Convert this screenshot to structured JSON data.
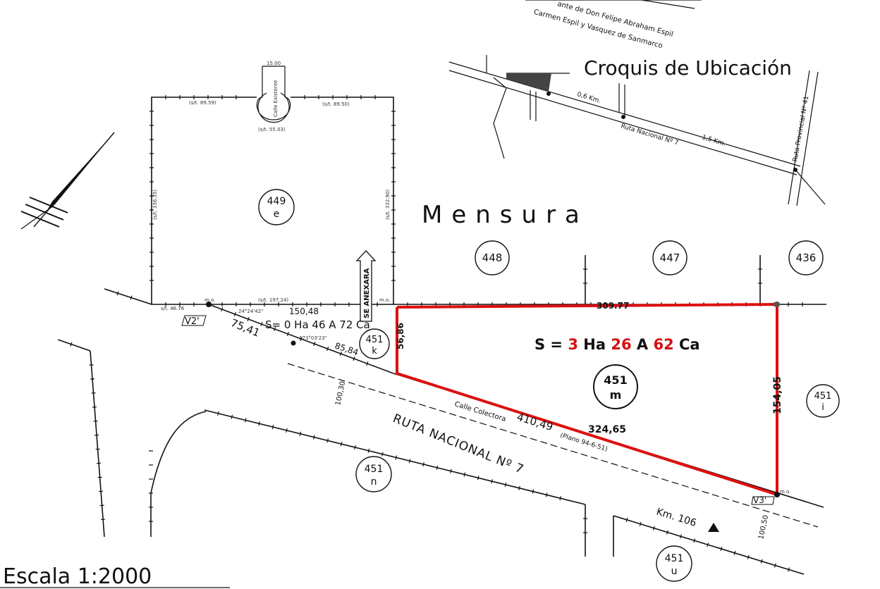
{
  "owner_note": {
    "line1": "ante de Don Felipe Abraham Espil",
    "line2": "Carmen Espil y Vasquez de Sanmarco"
  },
  "sketch_title": "Croquis de Ubicación",
  "sketch": {
    "dist1": "0,6 Km.",
    "dist2": "1,5 Km.",
    "ruta_nacional": "Ruta Nacional Nº 7",
    "ruta_provincial": "Ruta Provincial Nº 41"
  },
  "title": "Mensura",
  "lots": {
    "l449": {
      "num": "449",
      "letter": "e"
    },
    "l448": {
      "num": "448"
    },
    "l447": {
      "num": "447"
    },
    "l436": {
      "num": "436"
    },
    "l451k": {
      "num": "451",
      "letter": "k"
    },
    "l451m": {
      "num": "451",
      "letter": "m"
    },
    "l451i": {
      "num": "451",
      "letter": "i"
    },
    "l451n": {
      "num": "451",
      "letter": "n"
    },
    "l451u": {
      "num": "451",
      "letter": "u"
    }
  },
  "area_main": {
    "prefix": "S = ",
    "ha": "3",
    "ha_unit": " Ha ",
    "a": "26",
    "a_unit": " A ",
    "ca": "62",
    "ca_unit": " Ca"
  },
  "area_small": "S= 0 Ha 46 A 72 Ca",
  "dims": {
    "top": "309.77",
    "right": "154,05",
    "diag": "324,65",
    "left_small": "56,86",
    "d15048": "150,48",
    "d7541": "75,41",
    "d8584": "85,84",
    "d41049": "410,49",
    "d10030": "100,30",
    "d10050": "100,50",
    "top449": "15.00",
    "calle_existente": "Calle Existente",
    "b449_top_l": "(s/t. 89.59)",
    "b449_top_r": "(s/t. 89.50)",
    "b449_cul": "(s/t. 55.03)",
    "b449_left": "(s/t. 336.35)",
    "b449_right": "(s/t. 332.90)",
    "b449_bottom": "(s/t. 197.24)",
    "s4676": "s/t. 46.76",
    "ang1": "24°24'42\"",
    "ang2": "173°03'23\""
  },
  "labels": {
    "se_anexara": "SE ANEXARA",
    "v2": "V2'",
    "v3": "V3'",
    "calle_colectora": "Calle Colectora",
    "plano": "(Plano 94-6-51)",
    "ruta_nacional": "RUTA NACIONAL Nº 7",
    "km": "Km. 106",
    "scale": "Escala  1:2000",
    "mo": "m.o."
  },
  "colors": {
    "red_boundary": "#dd1010",
    "ink": "#111111",
    "area_red": "#d41010"
  }
}
